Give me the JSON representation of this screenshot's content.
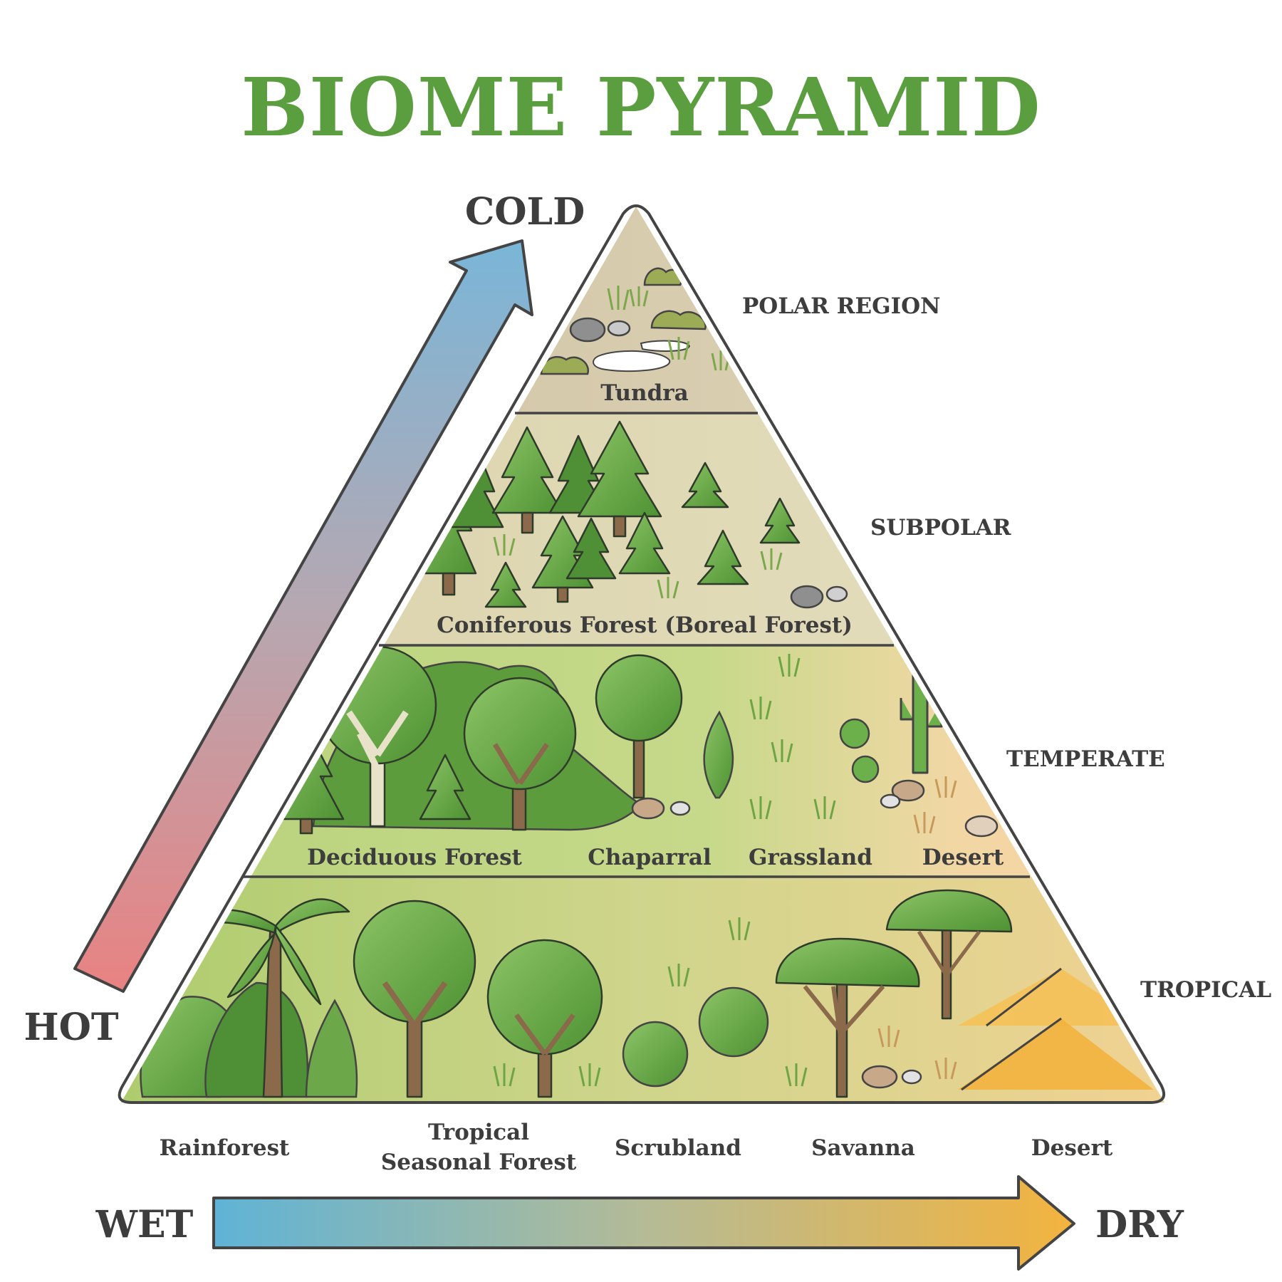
{
  "title": "BIOME PYRAMID",
  "axes": {
    "cold": "COLD",
    "hot": "HOT",
    "wet": "WET",
    "dry": "DRY"
  },
  "zones": [
    {
      "label": "POLAR REGION",
      "biomes": [
        "Tundra"
      ]
    },
    {
      "label": "SUBPOLAR",
      "biomes": [
        "Coniferous Forest (Boreal Forest)"
      ]
    },
    {
      "label": "TEMPERATE",
      "biomes": [
        "Deciduous Forest",
        "Chaparral",
        "Grassland",
        "Desert"
      ]
    },
    {
      "label": "TROPICAL",
      "biomes": [
        "Rainforest",
        "Tropical Seasonal Forest",
        "Scrubland",
        "Savanna",
        "Desert"
      ]
    }
  ],
  "tropical_seasonal_forest_lines": [
    "Tropical",
    "Seasonal Forest"
  ],
  "colors": {
    "title": "#5b9e40",
    "cold_arrow": "#7fb6d6",
    "hot_arrow": "#e07b7b",
    "wet_arrow": "#5fb3d6",
    "dry_arrow": "#f2b23e",
    "polar_band": "#d6c9ac",
    "subpolar_band": "#ddd6b3",
    "temperate_wet": "#b9d27a",
    "temperate_dry": "#f7d3a0",
    "tropical_wet": "#a9cc6a",
    "tropical_dry": "#f8d49a",
    "tree_green": "#5c9e3a",
    "trunk": "#8a6a4a"
  }
}
